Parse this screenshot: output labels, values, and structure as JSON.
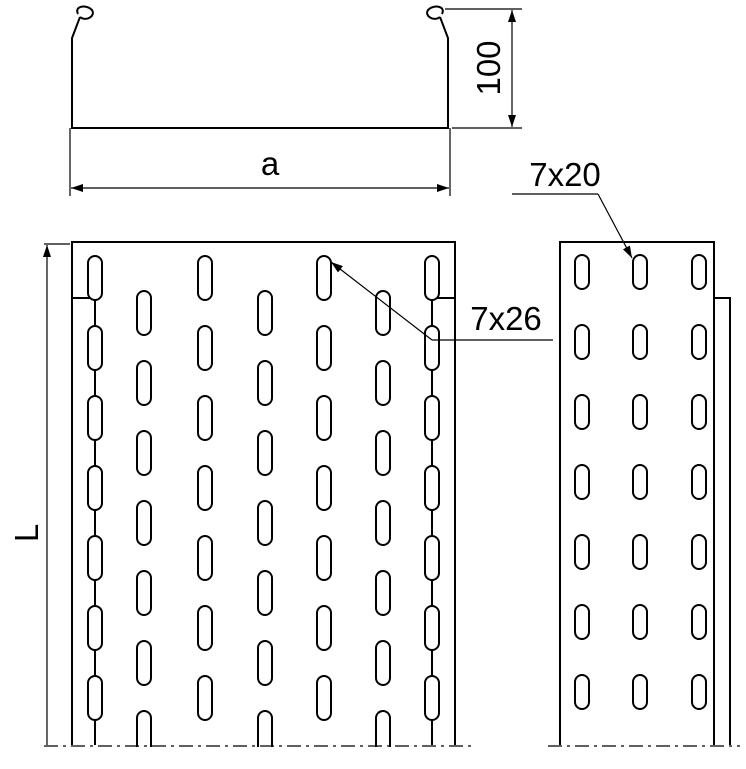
{
  "dimensions": {
    "height": "100",
    "width": "a",
    "length": "L",
    "slot_side": "7x20",
    "slot_bottom": "7x26"
  },
  "colors": {
    "line": "#000000",
    "background": "#ffffff"
  }
}
